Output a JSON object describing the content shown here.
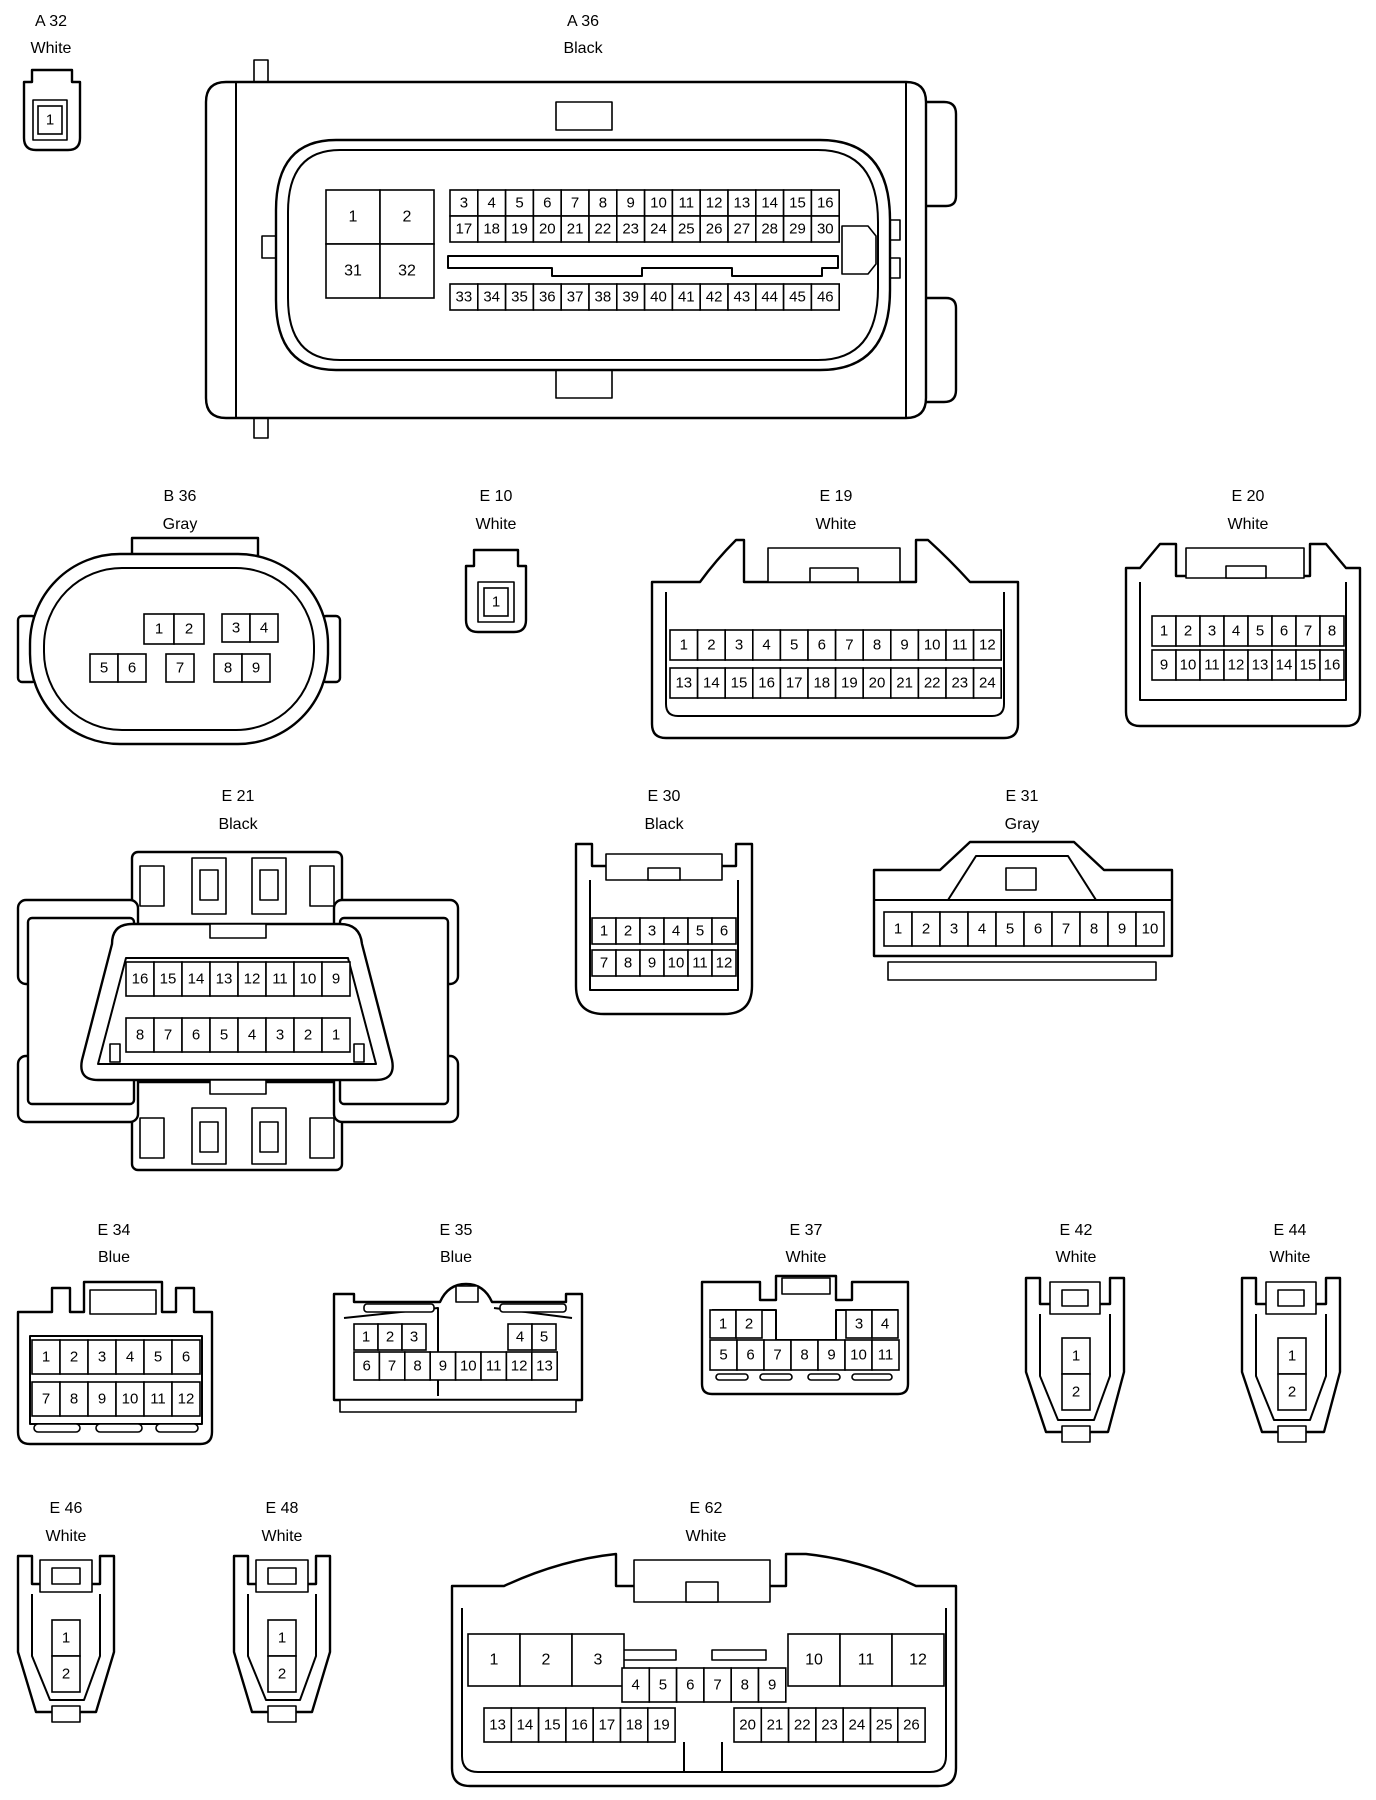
{
  "connectors": {
    "a32": {
      "id": "A 32",
      "color": "White",
      "pins": [
        "1"
      ]
    },
    "a36": {
      "id": "A 36",
      "color": "Black",
      "big_pins": [
        "1",
        "2",
        "31",
        "32"
      ],
      "row1": [
        "3",
        "4",
        "5",
        "6",
        "7",
        "8",
        "9",
        "10",
        "11",
        "12",
        "13",
        "14",
        "15",
        "16"
      ],
      "row2": [
        "17",
        "18",
        "19",
        "20",
        "21",
        "22",
        "23",
        "24",
        "25",
        "26",
        "27",
        "28",
        "29",
        "30"
      ],
      "row3": [
        "33",
        "34",
        "35",
        "36",
        "37",
        "38",
        "39",
        "40",
        "41",
        "42",
        "43",
        "44",
        "45",
        "46"
      ]
    },
    "b36": {
      "id": "B 36",
      "color": "Gray",
      "row1": [
        "1",
        "2",
        "3",
        "4"
      ],
      "row2": [
        "5",
        "6",
        "7",
        "8",
        "9"
      ]
    },
    "e10": {
      "id": "E 10",
      "color": "White",
      "pins": [
        "1"
      ]
    },
    "e19": {
      "id": "E 19",
      "color": "White",
      "row1": [
        "1",
        "2",
        "3",
        "4",
        "5",
        "6",
        "7",
        "8",
        "9",
        "10",
        "11",
        "12"
      ],
      "row2": [
        "13",
        "14",
        "15",
        "16",
        "17",
        "18",
        "19",
        "20",
        "21",
        "22",
        "23",
        "24"
      ]
    },
    "e20": {
      "id": "E 20",
      "color": "White",
      "row1": [
        "1",
        "2",
        "3",
        "4",
        "5",
        "6",
        "7",
        "8"
      ],
      "row2": [
        "9",
        "10",
        "11",
        "12",
        "13",
        "14",
        "15",
        "16"
      ]
    },
    "e21": {
      "id": "E 21",
      "color": "Black",
      "row1": [
        "16",
        "15",
        "14",
        "13",
        "12",
        "11",
        "10",
        "9"
      ],
      "row2": [
        "8",
        "7",
        "6",
        "5",
        "4",
        "3",
        "2",
        "1"
      ]
    },
    "e30": {
      "id": "E 30",
      "color": "Black",
      "row1": [
        "1",
        "2",
        "3",
        "4",
        "5",
        "6"
      ],
      "row2": [
        "7",
        "8",
        "9",
        "10",
        "11",
        "12"
      ]
    },
    "e31": {
      "id": "E 31",
      "color": "Gray",
      "row1": [
        "1",
        "2",
        "3",
        "4",
        "5",
        "6",
        "7",
        "8",
        "9",
        "10"
      ]
    },
    "e34": {
      "id": "E 34",
      "color": "Blue",
      "row1": [
        "1",
        "2",
        "3",
        "4",
        "5",
        "6"
      ],
      "row2": [
        "7",
        "8",
        "9",
        "10",
        "11",
        "12"
      ]
    },
    "e35": {
      "id": "E 35",
      "color": "Blue",
      "row1": [
        "1",
        "2",
        "3",
        "4",
        "5"
      ],
      "row2": [
        "6",
        "7",
        "8",
        "9",
        "10",
        "11",
        "12",
        "13"
      ]
    },
    "e37": {
      "id": "E 37",
      "color": "White",
      "row1": [
        "1",
        "2",
        "3",
        "4"
      ],
      "row2": [
        "5",
        "6",
        "7",
        "8",
        "9",
        "10",
        "11"
      ]
    },
    "e42": {
      "id": "E 42",
      "color": "White",
      "pins": [
        "1",
        "2"
      ]
    },
    "e44": {
      "id": "E 44",
      "color": "White",
      "pins": [
        "1",
        "2"
      ]
    },
    "e46": {
      "id": "E 46",
      "color": "White",
      "pins": [
        "1",
        "2"
      ]
    },
    "e48": {
      "id": "E 48",
      "color": "White",
      "pins": [
        "1",
        "2"
      ]
    },
    "e62": {
      "id": "E 62",
      "color": "White",
      "big_pins": [
        "1",
        "2",
        "3",
        "10",
        "11",
        "12"
      ],
      "mid_pins": [
        "4",
        "5",
        "6",
        "7",
        "8",
        "9"
      ],
      "row_left": [
        "13",
        "14",
        "15",
        "16",
        "17",
        "18",
        "19"
      ],
      "row_right": [
        "20",
        "21",
        "22",
        "23",
        "24",
        "25",
        "26"
      ]
    }
  }
}
